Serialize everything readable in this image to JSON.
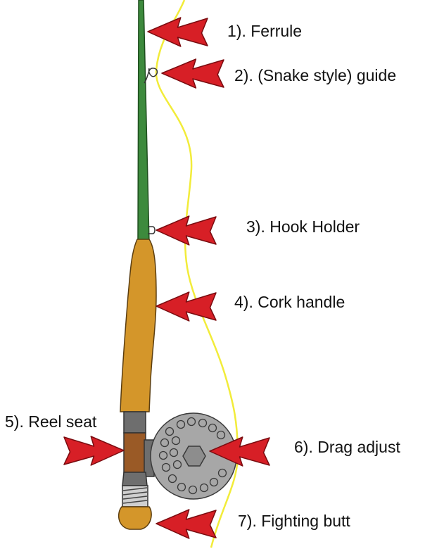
{
  "labels": {
    "ferrule": "1). Ferrule",
    "guide": "2). (Snake style) guide",
    "hook_holder": "3). Hook Holder",
    "cork_handle": "4). Cork handle",
    "reel_seat": "5). Reel seat",
    "drag_adjust": "6). Drag adjust",
    "fighting_butt": "7). Fighting butt"
  },
  "colors": {
    "rod": "#3d8a3d",
    "rod_outline": "#1e4d1e",
    "line": "#f2ec3a",
    "cork": "#d4962a",
    "cork_outline": "#5a3d10",
    "reel_seat_dark": "#6e6e6e",
    "reel_seat_wood": "#9a5a26",
    "reel_body": "#a7a7a7",
    "reel_outline": "#3a3a3a",
    "arrow": "#d71f26",
    "arrow_outline": "#7a0c10"
  }
}
